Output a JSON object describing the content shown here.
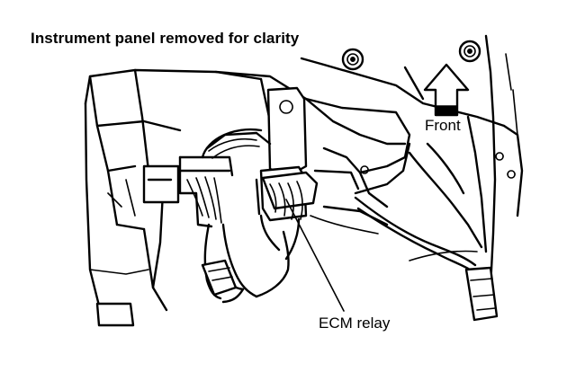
{
  "title": "Instrument panel removed for clarity",
  "labels": {
    "front": "Front",
    "ecm_relay": "ECM relay"
  },
  "icons": {
    "front_arrow": "up-arrow-icon"
  },
  "colors": {
    "ink": "#000000",
    "background": "#ffffff"
  }
}
